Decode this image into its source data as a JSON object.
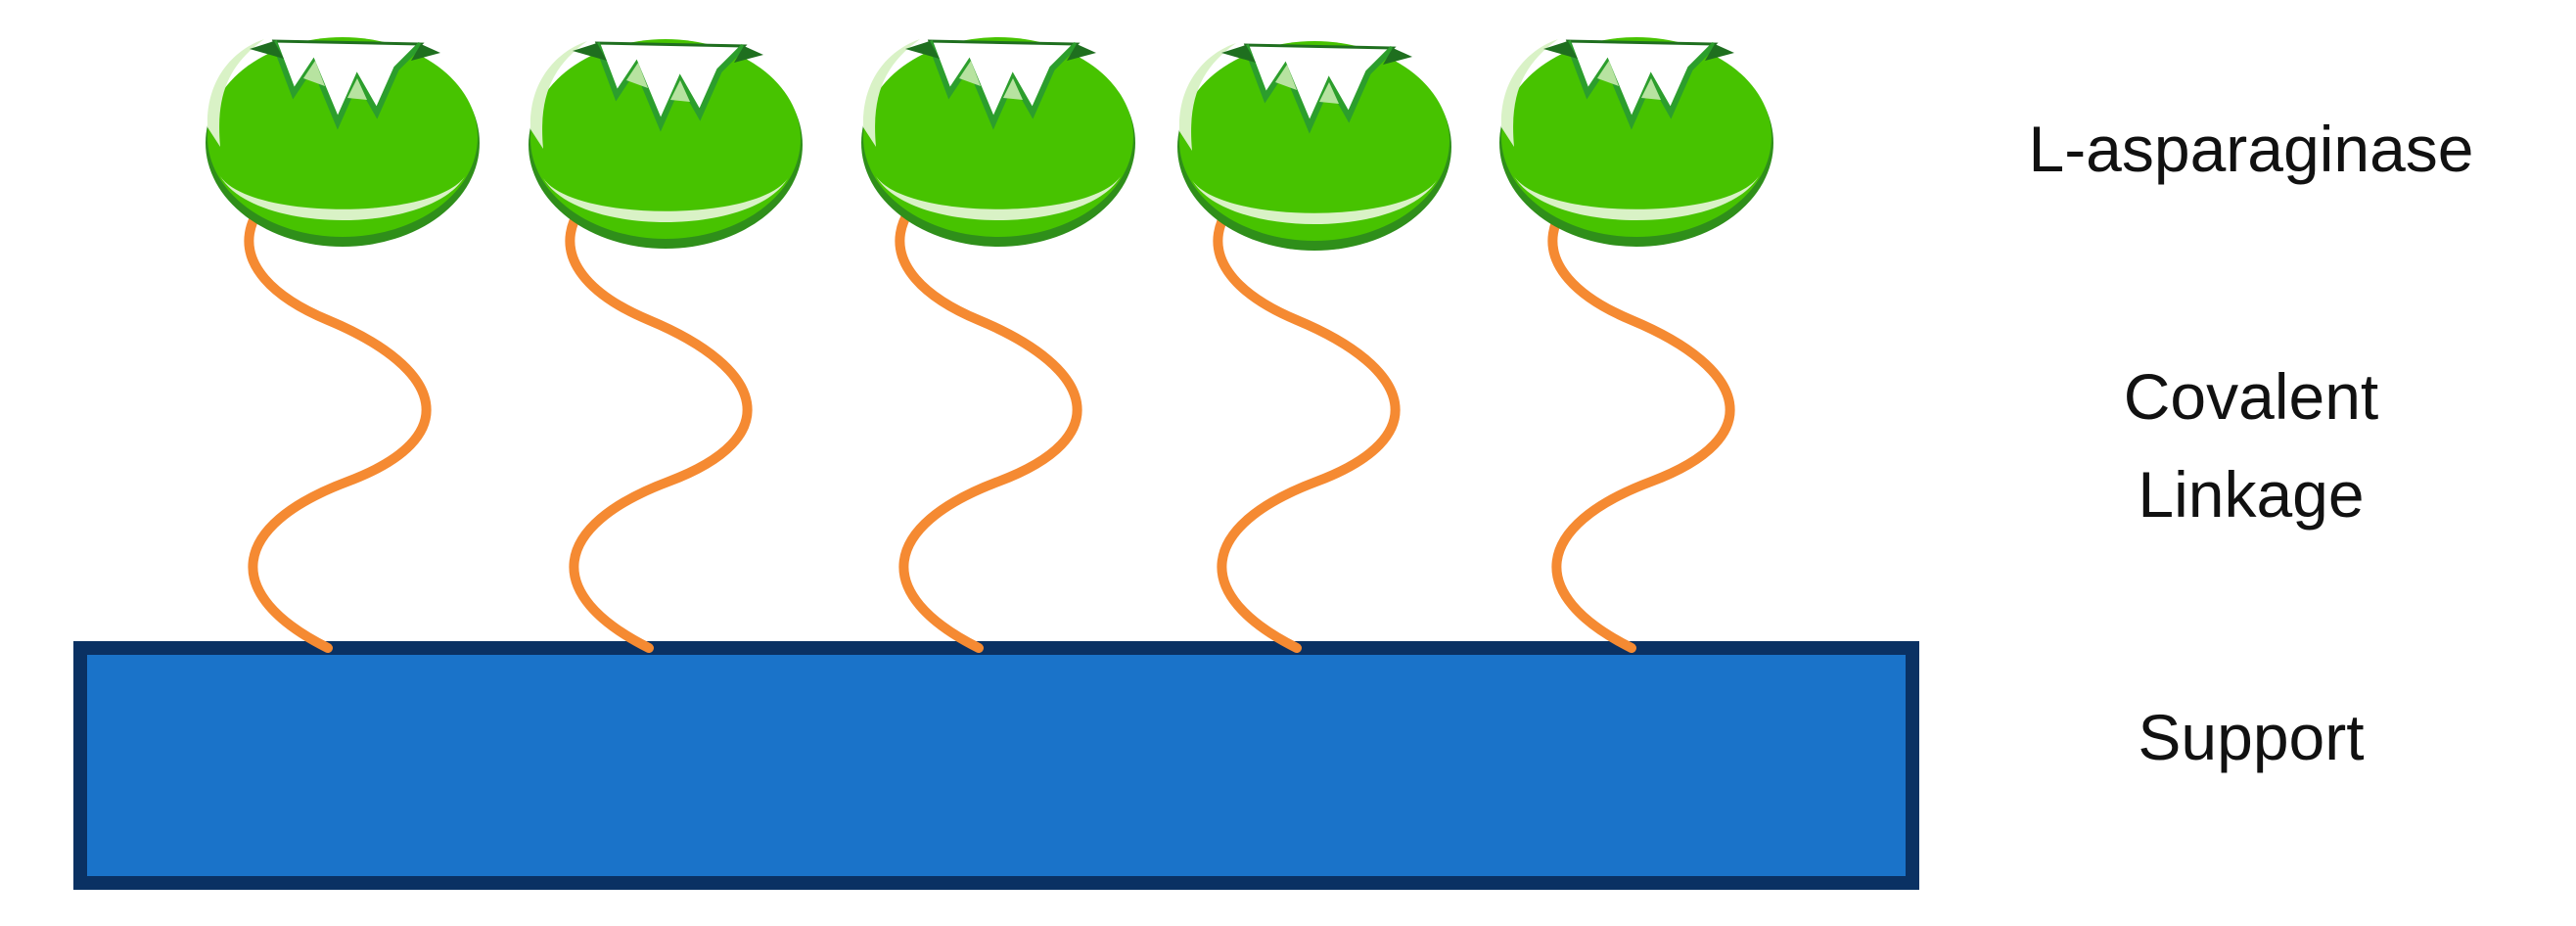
{
  "labels": {
    "enzyme": "L-asparaginase",
    "linkage_line1": "Covalent",
    "linkage_line2": "Linkage",
    "support": "Support"
  },
  "colors": {
    "background": "#ffffff",
    "enzyme_fill": "#47c300",
    "enzyme_dark": "#1f8a1f",
    "enzyme_highlight": "#d9f2c6",
    "enzyme_teeth": "#2c9e2c",
    "linker": "#f58a32",
    "support_fill": "#1a73c9",
    "support_border": "#0a3163",
    "text": "#111111"
  },
  "icons": {
    "enzyme": "pac-man-shaped-enzyme-icon",
    "linker": "wavy-linker-chain",
    "support": "rectangular-support-slab"
  },
  "enzyme_count": 5
}
